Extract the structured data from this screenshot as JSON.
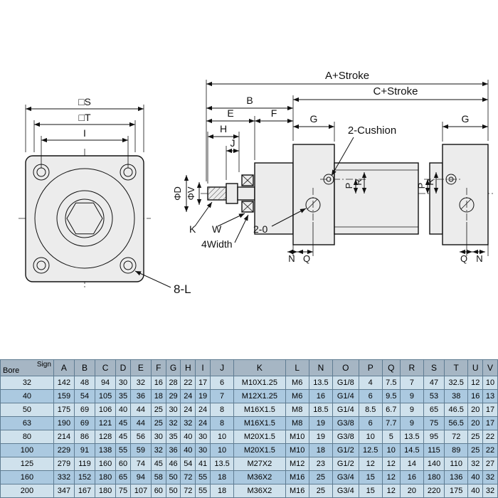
{
  "front_view": {
    "s": "□S",
    "t": "□T",
    "i": "I",
    "bolt": "8-L"
  },
  "side_view": {
    "a_stroke": "A+Stroke",
    "c_stroke": "C+Stroke",
    "b": "B",
    "e": "E",
    "f": "F",
    "g_left": "G",
    "g_right": "G",
    "h": "H",
    "j": "J",
    "cushion": "2-Cushion",
    "phi_d": "ΦD",
    "phi_v": "ΦV",
    "p_left": "P",
    "r_left": "R",
    "p_right": "P",
    "r_right": "R",
    "k": "K",
    "w": "W",
    "ports": "2-0",
    "width4": "4Width",
    "n_left": "N",
    "q_left": "Q",
    "q_right": "Q",
    "n_right": "N"
  },
  "table": {
    "corner_top": "Sign",
    "corner_bottom": "Bore",
    "columns": [
      "A",
      "B",
      "C",
      "D",
      "E",
      "F",
      "G",
      "H",
      "I",
      "J",
      "K",
      "L",
      "N",
      "O",
      "P",
      "Q",
      "R",
      "S",
      "T",
      "U",
      "V"
    ],
    "rows": [
      {
        "bore": "32",
        "values": [
          "142",
          "48",
          "94",
          "30",
          "32",
          "16",
          "28",
          "22",
          "17",
          "6",
          "M10X1.25",
          "M6",
          "13.5",
          "G1/8",
          "4",
          "7.5",
          "7",
          "47",
          "32.5",
          "12",
          "10"
        ]
      },
      {
        "bore": "40",
        "values": [
          "159",
          "54",
          "105",
          "35",
          "36",
          "18",
          "29",
          "24",
          "19",
          "7",
          "M12X1.25",
          "M6",
          "16",
          "G1/4",
          "6",
          "9.5",
          "9",
          "53",
          "38",
          "16",
          "13"
        ]
      },
      {
        "bore": "50",
        "values": [
          "175",
          "69",
          "106",
          "40",
          "44",
          "25",
          "30",
          "24",
          "24",
          "8",
          "M16X1.5",
          "M8",
          "18.5",
          "G1/4",
          "8.5",
          "6.7",
          "9",
          "65",
          "46.5",
          "20",
          "17"
        ]
      },
      {
        "bore": "63",
        "values": [
          "190",
          "69",
          "121",
          "45",
          "44",
          "25",
          "32",
          "32",
          "24",
          "8",
          "M16X1.5",
          "M8",
          "19",
          "G3/8",
          "6",
          "7.7",
          "9",
          "75",
          "56.5",
          "20",
          "17"
        ]
      },
      {
        "bore": "80",
        "values": [
          "214",
          "86",
          "128",
          "45",
          "56",
          "30",
          "35",
          "40",
          "30",
          "10",
          "M20X1.5",
          "M10",
          "19",
          "G3/8",
          "10",
          "5",
          "13.5",
          "95",
          "72",
          "25",
          "22"
        ]
      },
      {
        "bore": "100",
        "values": [
          "229",
          "91",
          "138",
          "55",
          "59",
          "32",
          "36",
          "40",
          "30",
          "10",
          "M20X1.5",
          "M10",
          "18",
          "G1/2",
          "12.5",
          "10",
          "14.5",
          "115",
          "89",
          "25",
          "22"
        ]
      },
      {
        "bore": "125",
        "values": [
          "279",
          "119",
          "160",
          "60",
          "74",
          "45",
          "46",
          "54",
          "41",
          "13.5",
          "M27X2",
          "M12",
          "23",
          "G1/2",
          "12",
          "12",
          "14",
          "140",
          "110",
          "32",
          "27"
        ]
      },
      {
        "bore": "160",
        "values": [
          "332",
          "152",
          "180",
          "65",
          "94",
          "58",
          "50",
          "72",
          "55",
          "18",
          "M36X2",
          "M16",
          "25",
          "G3/4",
          "15",
          "12",
          "16",
          "180",
          "136",
          "40",
          "32"
        ]
      },
      {
        "bore": "200",
        "values": [
          "347",
          "167",
          "180",
          "75",
          "107",
          "60",
          "50",
          "72",
          "55",
          "18",
          "M36X2",
          "M16",
          "25",
          "G3/4",
          "15",
          "12",
          "20",
          "220",
          "175",
          "40",
          "32"
        ]
      }
    ]
  }
}
